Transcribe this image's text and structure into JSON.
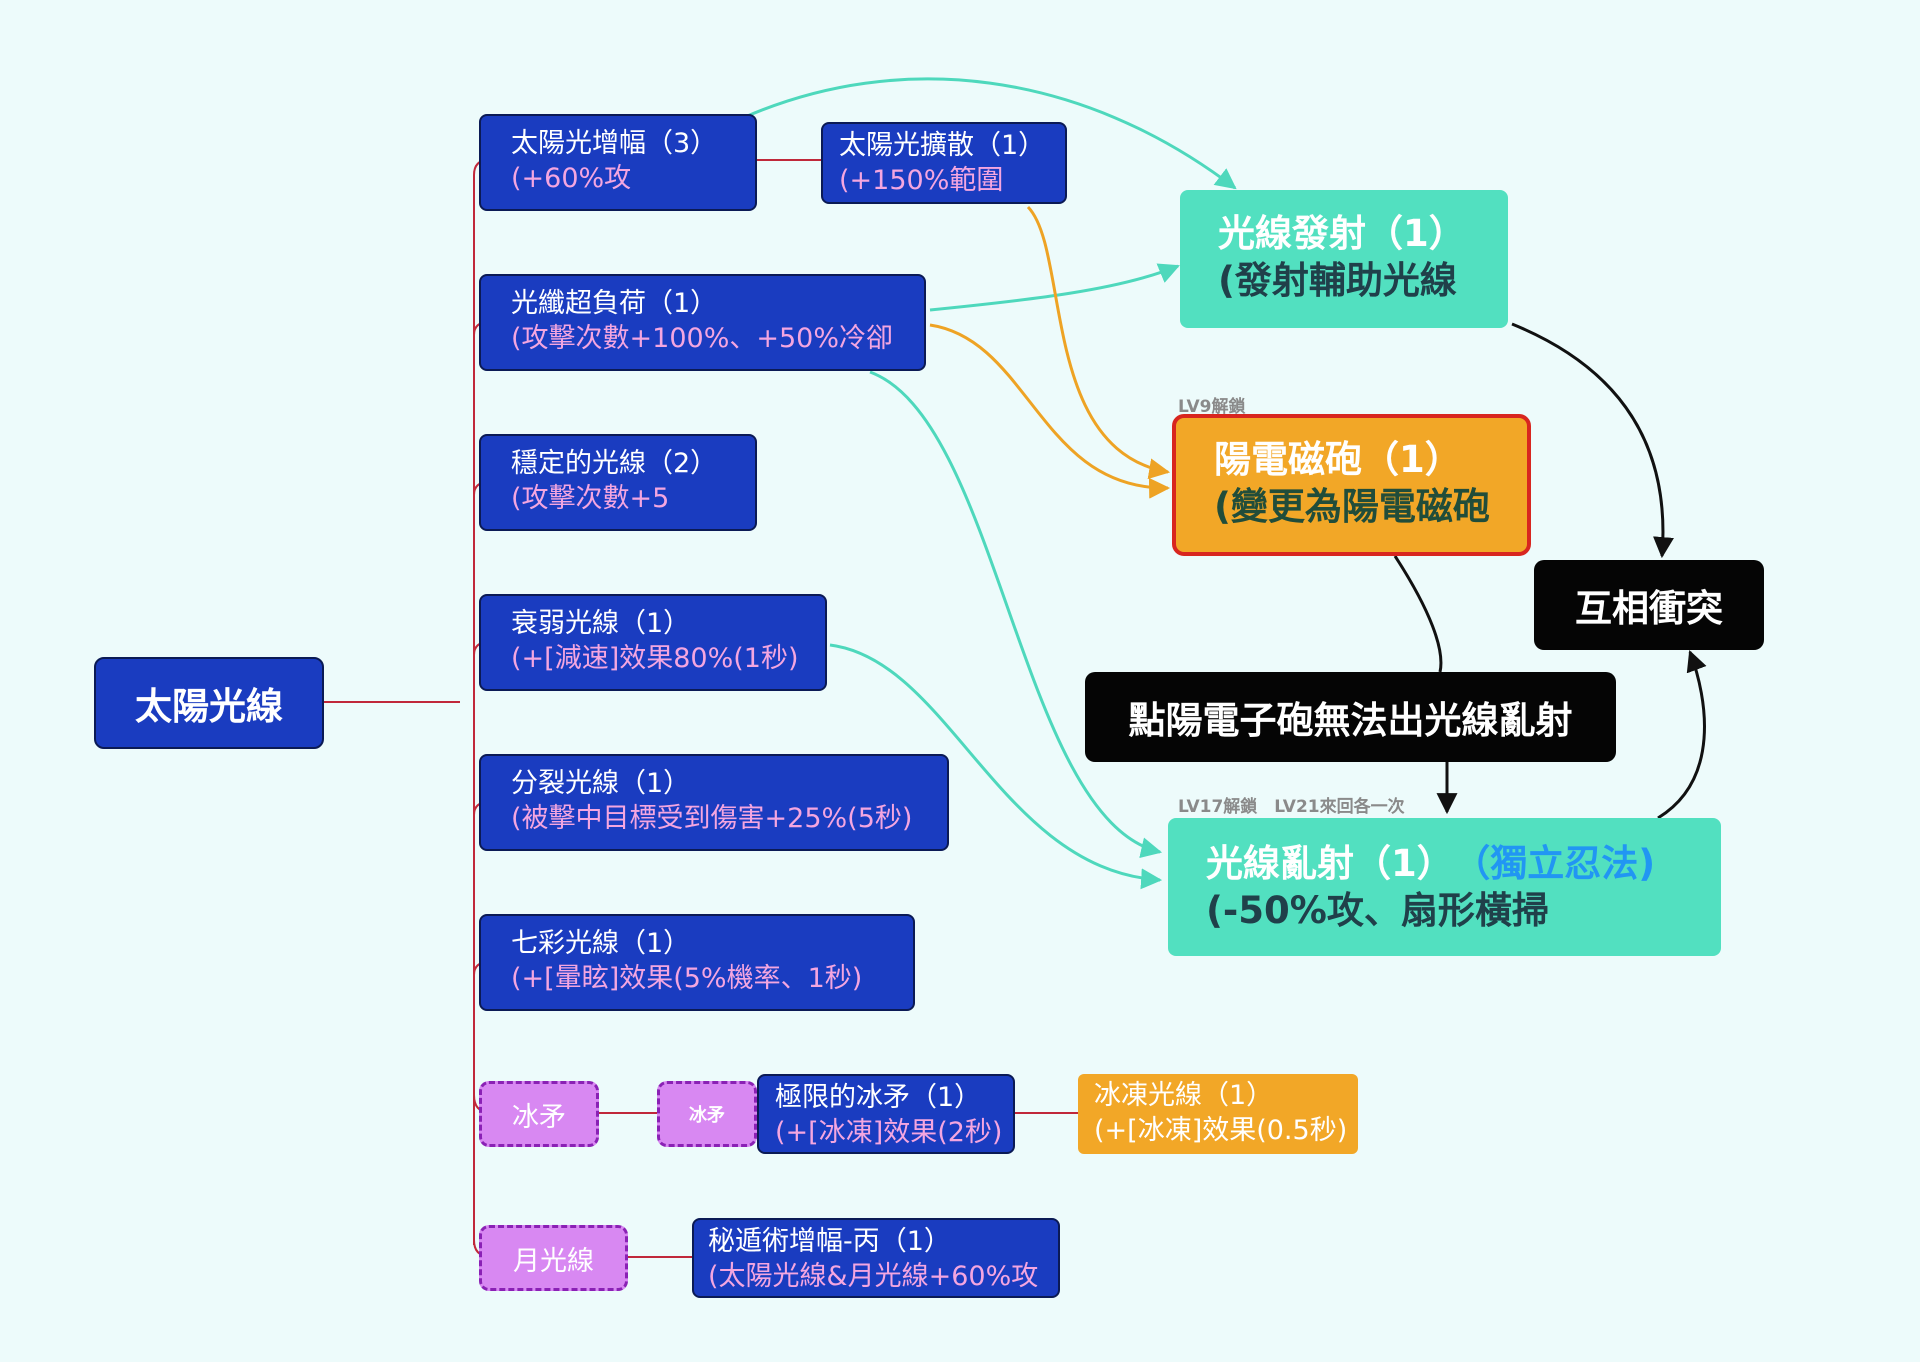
{
  "root": "太陽光線",
  "nodes": {
    "amp_title": "太陽光增幅（3）",
    "amp_desc": "(+60%攻",
    "spread_title": "太陽光擴散（1）",
    "spread_desc": "(+150%範圍",
    "overload_title": "光纖超負荷（1）",
    "overload_desc": "(攻擊次數+100%、+50%冷卻",
    "stable_title": "穩定的光線（2）",
    "stable_desc": "(攻擊次數+5",
    "weak_title": "衰弱光線（1）",
    "weak_desc": "(+[減速]效果80%(1秒)",
    "split_title": "分裂光線（1）",
    "split_desc": "(被擊中目標受到傷害+25%(5秒)",
    "rainbow_title": "七彩光線（1）",
    "rainbow_desc": "(+[暈眩]效果(5%機率、1秒)",
    "icespear_label": "冰矛",
    "icespear_small_label": "冰矛",
    "limit_title": "極限的冰矛（1）",
    "limit_desc": "(+[冰凍]效果(2秒)",
    "frozen_title": "冰凍光線（1）",
    "frozen_desc": "(+[冰凍]效果(0.5秒)",
    "moonlight_label": "月光線",
    "secret_title": "秘遁術增幅-丙（1）",
    "secret_desc": "(太陽光線&月光線+60%攻"
  },
  "right": {
    "launch_title": "光線發射（1）",
    "launch_desc": "(發射輔助光線",
    "railgun_unlock": "LV9解鎖",
    "railgun_title": "陽電磁砲（1）",
    "railgun_desc": "(變更為陽電磁砲",
    "conflict": "互相衝突",
    "cannot": "點陽電子砲無法出光線亂射",
    "scatter_unlock": "LV17解鎖　LV21來回各一次",
    "scatter_title": "光線亂射（1）",
    "scatter_tag": "（獨立忍法)",
    "scatter_desc": "(-50%攻、扇形橫掃"
  },
  "colors": {
    "background": "#edfbfb",
    "node_blue": "#1a3cc0",
    "desc_pink": "#f4a6e0",
    "teal": "#52e0c0",
    "orange": "#f2a727",
    "red_border": "#d8261f",
    "purple": "#d888f2",
    "tree_line": "#c0283a",
    "teal_arrow": "#4ed8bc",
    "orange_arrow": "#eea324",
    "tag_blue": "#2196f3"
  }
}
